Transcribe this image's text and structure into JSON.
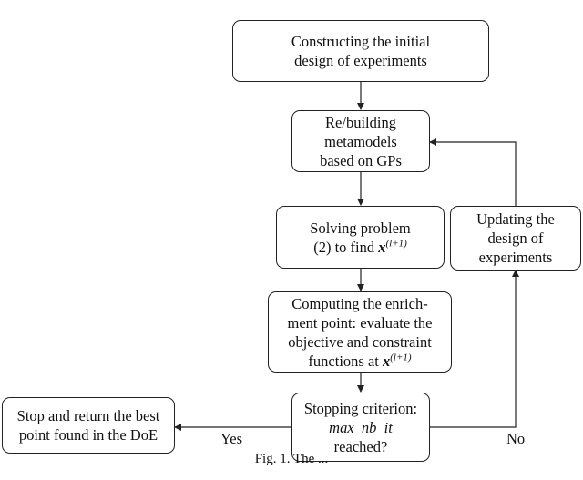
{
  "nodes": {
    "initial_doe": [
      "Constructing the initial",
      "design of experiments"
    ],
    "rebuild": [
      "Re/building",
      "metamodels",
      "based on GPs"
    ],
    "solve": [
      "Solving problem",
      "(2) to find"
    ],
    "enrich": [
      "Computing the enrich-",
      "ment point: evaluate the",
      "objective and constraint",
      "functions at"
    ],
    "stop_check": [
      "Stopping criterion:",
      "max_nb_it",
      "reached?"
    ],
    "update": [
      "Updating the",
      "design of",
      "experiments"
    ],
    "stop_return": [
      "Stop and return the best",
      "point found in the DoE"
    ]
  },
  "math": {
    "x_symbol": "x",
    "superscript": "(l+1)"
  },
  "edges": {
    "yes_label": "Yes",
    "no_label": "No"
  },
  "caption": "Fig. 1.   The ..."
}
